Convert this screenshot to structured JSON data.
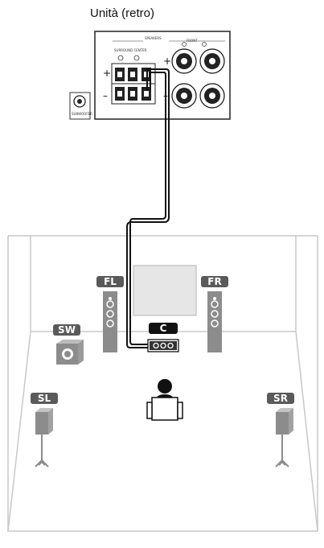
{
  "unit": {
    "title": "Unità (retro)",
    "panel_labels": {
      "speakers": "SURROUND  CENTER",
      "front": "FRONT",
      "group": "SPEAKERS",
      "subwoofer_jack": "SUBWOOFER",
      "plus": "+",
      "minus": "–"
    }
  },
  "speakers": {
    "front_left": "FL",
    "front_right": "FR",
    "center": "C",
    "subwoofer": "SW",
    "surround_left": "SL",
    "surround_right": "SR"
  },
  "colors": {
    "tag_bg": "#5a5a5a",
    "room_line": "#c8c8c8",
    "cable": "#111111",
    "speaker_body": "#8c8c8c",
    "tv_screen": "#e6e6e6"
  }
}
